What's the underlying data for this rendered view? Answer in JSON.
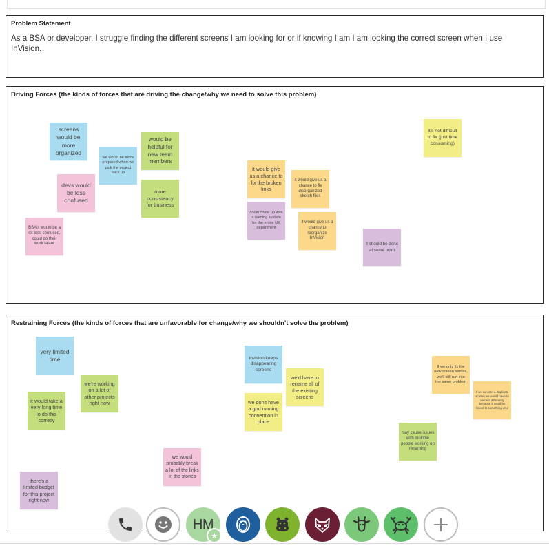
{
  "problem": {
    "title": "Problem Statement",
    "text": "As a BSA or developer, I struggle finding the different screens I am looking for or if knowing I am I am looking the  correct screen when I use InVision."
  },
  "driving": {
    "title": "Driving Forces (the kinds of forces that are driving the change/why we need to solve this problem)",
    "notes": [
      {
        "text": "screens would be more organized",
        "color": "blue"
      },
      {
        "text": "we would be more prepared when we pick the project back up",
        "color": "blue"
      },
      {
        "text": "would be helpful for new team members",
        "color": "green"
      },
      {
        "text": "devs would be less confused",
        "color": "pink"
      },
      {
        "text": "more consistency for business",
        "color": "green"
      },
      {
        "text": "BSA's would be a lot less confused, could do their work faster",
        "color": "pink"
      },
      {
        "text": "it would give us a chance to fix the broken links",
        "color": "orange"
      },
      {
        "text": "it would give us a chance to fix disorganized sketch files",
        "color": "orange"
      },
      {
        "text": "could come up with a naming system for the entire UX department",
        "color": "purple"
      },
      {
        "text": "it would give us a chance to reorganize InVision",
        "color": "orange"
      },
      {
        "text": "it should be done at some point",
        "color": "purple"
      },
      {
        "text": "it's not difficult to fix (just time consuming)",
        "color": "yellow"
      }
    ]
  },
  "restraining": {
    "title": "Restraining Forces (the kinds of forces that are unfavorable for change/why we shouldn't solve the problem)",
    "notes": [
      {
        "text": "very limited time",
        "color": "blue"
      },
      {
        "text": "we're working on a lot of other projects right now",
        "color": "green"
      },
      {
        "text": "it would take a very long time to do this corretly",
        "color": "green"
      },
      {
        "text": "invision keeps disappearing screens",
        "color": "blue"
      },
      {
        "text": "we'd have to rename all  of the existing screens",
        "color": "yellow"
      },
      {
        "text": "we don't have a god naming convention in place",
        "color": "yellow"
      },
      {
        "text": "If we only fix the new screen names, we'll still run into the same problem",
        "color": "orange"
      },
      {
        "text": "If we run into a duplicate screen we would have to name it differently because it could be linked to something else",
        "color": "orange"
      },
      {
        "text": "may cause issues with multiple people working on renaming",
        "color": "green"
      },
      {
        "text": "we would probably break a lot of the links in the stories",
        "color": "pink"
      },
      {
        "text": "there's a limited budget for this project right now",
        "color": "purple"
      }
    ]
  },
  "dock": {
    "items": [
      {
        "icon": "phone-icon"
      },
      {
        "icon": "smiley-icon"
      },
      {
        "label": "HM",
        "icon": "star-badge-icon"
      },
      {
        "icon": "penguin-icon"
      },
      {
        "icon": "hippo-icon"
      },
      {
        "icon": "raccoon-icon"
      },
      {
        "icon": "giraffe-icon"
      },
      {
        "icon": "crab-icon"
      },
      {
        "icon": "plus-icon"
      }
    ],
    "colors": {
      "penguin": "#1f5f9e",
      "hippo": "#7fb32e",
      "raccoon": "#6b1f35",
      "giraffe": "#7cc87a",
      "crab": "#5dbf6a"
    }
  }
}
